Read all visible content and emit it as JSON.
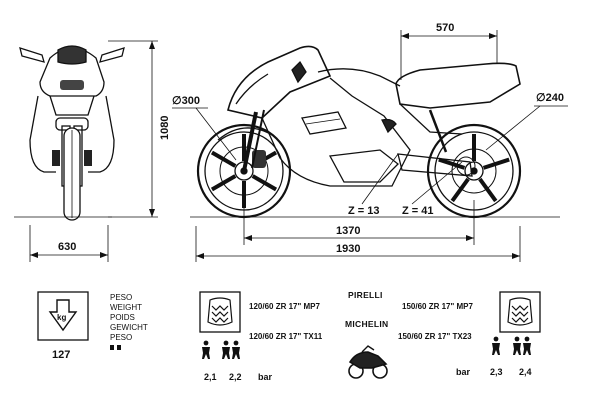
{
  "dimensions": {
    "front_width": "630",
    "height": "1080",
    "wheelbase": "1370",
    "length": "1930",
    "seat_length": "570",
    "front_disc": "∅300",
    "rear_disc": "∅240",
    "front_sprocket": "Z = 13",
    "rear_sprocket": "Z = 41"
  },
  "weight": {
    "labels": [
      "PESO",
      "WEIGHT",
      "POIDS",
      "GEWICHT",
      "PESO"
    ],
    "unit_icon": "kg",
    "value": "127"
  },
  "tires": {
    "brand_1": "PIRELLI",
    "brand_2": "MICHELIN",
    "front_pirelli": "120/60 ZR 17\" MP7",
    "front_michelin": "120/60 ZR 17\" TX11",
    "rear_pirelli": "150/60 ZR 17\" MP7",
    "rear_michelin": "150/60 ZR 17\" TX23",
    "front_pressure_solo": "2,1",
    "front_pressure_duo": "2,2",
    "rear_pressure_solo": "2,3",
    "rear_pressure_duo": "2,4",
    "unit_front": "bar",
    "unit_rear": "bar"
  },
  "icons": [
    "weight-icon",
    "tire-tread-icon",
    "rider-icon",
    "motorcycle-icon"
  ]
}
